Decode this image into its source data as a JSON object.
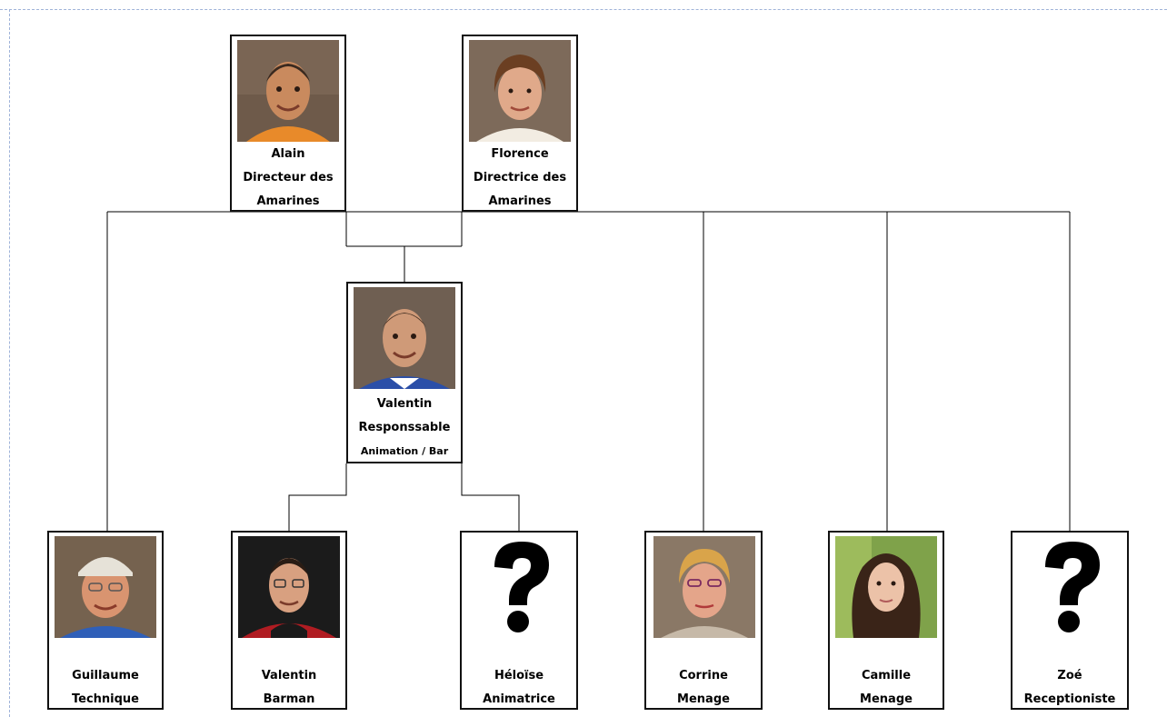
{
  "people": {
    "alain": {
      "name": "Alain",
      "role_line1": "Directeur des",
      "role_line2": "Amarines",
      "photo": "photo-icon"
    },
    "florence": {
      "name": "Florence",
      "role_line1": "Directrice des",
      "role_line2": "Amarines",
      "photo": "photo-icon"
    },
    "valentin_r": {
      "name": "Valentin",
      "role_line1": "Responssable",
      "role_line2": "Animation / Bar",
      "photo": "photo-icon"
    },
    "guillaume": {
      "name": "Guillaume",
      "role": "Technique",
      "photo": "photo-icon"
    },
    "valentin_b": {
      "name": "Valentin",
      "role": "Barman",
      "photo": "photo-icon"
    },
    "heloise": {
      "name": "Héloïse",
      "role": "Animatrice",
      "photo": "question-mark-icon"
    },
    "corrine": {
      "name": "Corrine",
      "role": "Menage",
      "photo": "photo-icon"
    },
    "camille": {
      "name": "Camille",
      "role": "Menage",
      "photo": "photo-icon"
    },
    "zoe": {
      "name": "Zoé",
      "role": "Receptioniste",
      "photo": "question-mark-icon"
    }
  },
  "colors": {
    "border": "#111111",
    "line": "#000000",
    "page_guide": "#9fb3d9"
  }
}
